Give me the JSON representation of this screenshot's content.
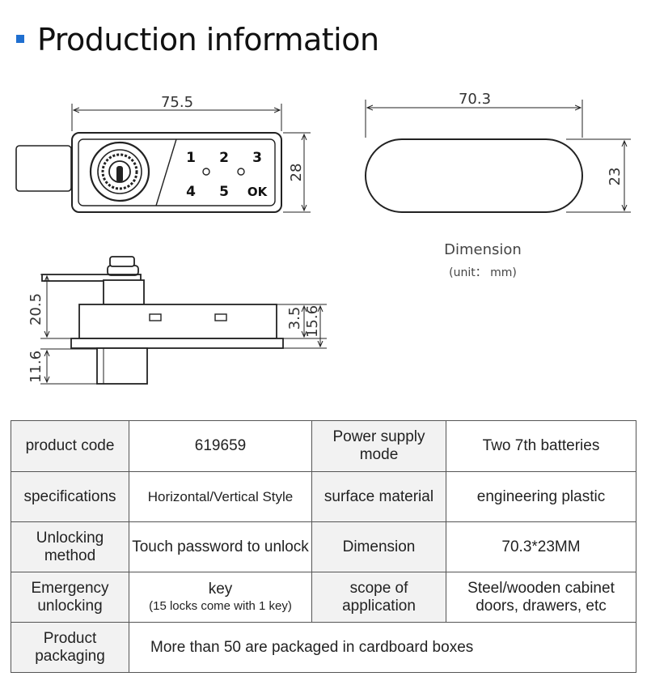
{
  "title": "Production information",
  "diagram": {
    "front_width": "75.5",
    "front_height": "28",
    "side_width": "70.3",
    "side_height": "23",
    "profile_top": "20.5",
    "profile_bottom": "11.6",
    "profile_thin": "3.5",
    "profile_body": "15.6",
    "keypad": [
      "1",
      "2",
      "3",
      "4",
      "5",
      "OK"
    ],
    "dimension_label": "Dimension",
    "unit_label": "(unit： mm)"
  },
  "table": {
    "rows": [
      {
        "k1": "product code",
        "v1": "619659",
        "k2": "Power supply mode",
        "v2": "Two 7th batteries"
      },
      {
        "k1": "specifications",
        "v1": "Horizontal/Vertical Style",
        "k2": "surface material",
        "v2": "engineering plastic"
      },
      {
        "k1": "Unlocking method",
        "v1": "Touch password to unlock",
        "k2": "Dimension",
        "v2": "70.3*23MM"
      },
      {
        "k1": "Emergency unlocking",
        "v1": "key",
        "v1_note": "(15 locks come with 1 key)",
        "k2": "scope of application",
        "v2": "Steel/wooden cabinet doors, drawers, etc"
      },
      {
        "k1": "Product packaging",
        "v1": "More than 50 are packaged in cardboard boxes"
      }
    ]
  }
}
